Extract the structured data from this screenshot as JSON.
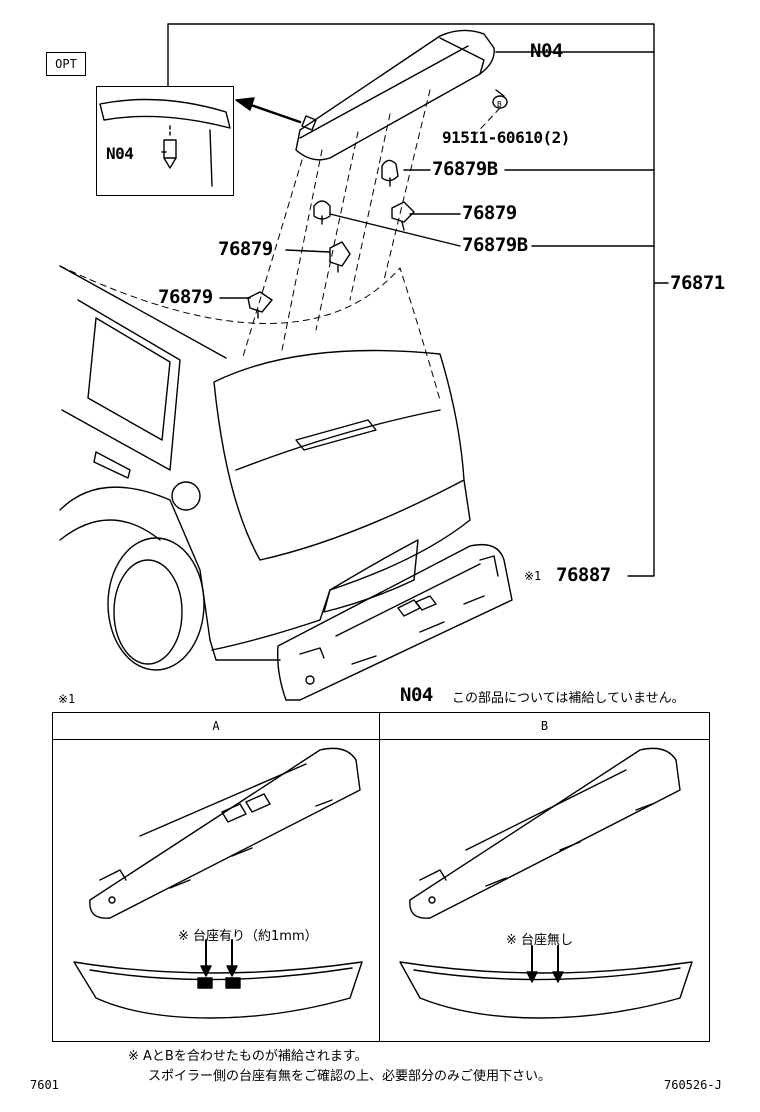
{
  "opt_label": "OPT",
  "parts": {
    "n04_top": "N04",
    "n04_inset": "N04",
    "bolt": "91511-60610(2)",
    "clip_b_1": "76879B",
    "clip_1": "76879",
    "clip_2": "76879",
    "clip_b_2": "76879B",
    "clip_3": "76879",
    "spoiler_assy": "76871",
    "spoiler": "76887",
    "ref_mark_1": "※1",
    "ref_b": "B"
  },
  "note_n04": {
    "code": "N04",
    "text": "この部品については補給していません。"
  },
  "table": {
    "ref_mark": "※1",
    "col_a": "A",
    "col_b": "B",
    "a_note": "※ 台座有り（約1mm）",
    "b_note": "※ 台座無し"
  },
  "footer": {
    "line1": "※ AとBを合わせたものが補給されます。",
    "line2": "スポイラー側の台座有無をご確認の上、必要部分のみご使用下さい。",
    "page_left": "7601",
    "page_right": "760526-J"
  }
}
